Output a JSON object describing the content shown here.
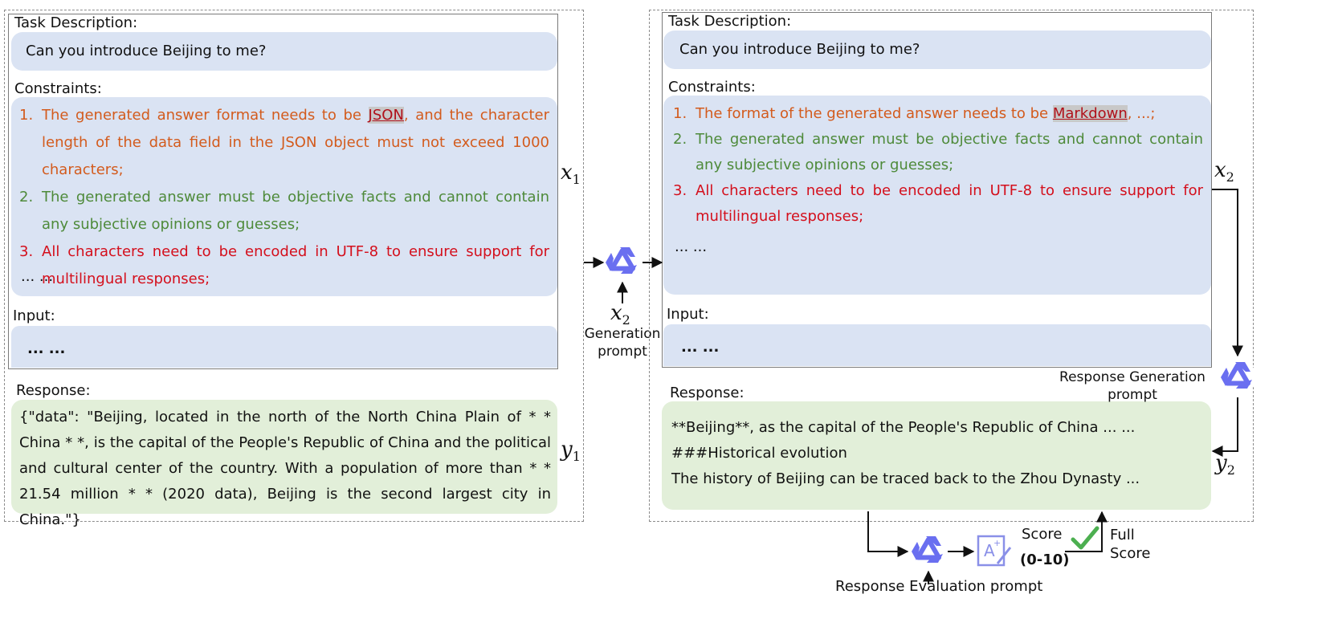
{
  "left": {
    "task_label": "Task Description:",
    "task_text": "Can you introduce Beijing to me?",
    "constraints_label": "Constraints:",
    "constraints": [
      {
        "num": "1.",
        "pre": "The generated answer format needs to be ",
        "hl": "JSON",
        "post": ", and the character length of the data field in the JSON object must not exceed 1000 characters;"
      },
      {
        "num": "2.",
        "text": "The generated answer must be objective facts and cannot contain any subjective opinions or guesses;"
      },
      {
        "num": "3.",
        "text": "All characters need to be encoded in UTF-8 to ensure support for multilingual responses;"
      }
    ],
    "ellipsis": "... ...",
    "input_label": "Input:",
    "input_text": "... ...",
    "response_label": "Response:",
    "response_text": "{\"data\": \"Beijing, located in the north of the North China Plain of * * China * *, is the capital of the People's Republic of China and the political and cultural center of the country. With a population of more than * * 21.54 million * * (2020 data), Beijing is the second largest city in China.\"}",
    "x_var": "x",
    "x_sub": "1",
    "y_var": "y",
    "y_sub": "1"
  },
  "middle": {
    "x_var": "x",
    "x_sub": "2",
    "caption_line1": "Generation",
    "caption_line2": "prompt"
  },
  "right": {
    "task_label": "Task Description:",
    "task_text": "Can you introduce Beijing to me?",
    "constraints_label": "Constraints:",
    "constraints": [
      {
        "num": "1.",
        "pre": "The format of the generated answer needs to be ",
        "hl": "Markdown",
        "post": ", ...;"
      },
      {
        "num": "2.",
        "text": "The generated answer must be objective facts and cannot contain any subjective opinions or guesses;"
      },
      {
        "num": "3.",
        "text": "All characters need to be encoded in UTF-8 to ensure support for multilingual responses;"
      }
    ],
    "ellipsis": "... ...",
    "input_label": "Input:",
    "input_text": "... ...",
    "response_label": "Response:",
    "response_lines": [
      "**Beijing**, as the capital of the People's Republic of China ... ...",
      "###Historical evolution",
      "The history of Beijing can be traced back to the Zhou Dynasty ..."
    ],
    "x_var": "x",
    "x_sub": "2",
    "y_var": "y",
    "y_sub": "2",
    "resp_gen_line1": "Response Generation",
    "resp_gen_line2": "prompt"
  },
  "bottom": {
    "score_label": "Score",
    "score_range": "(0-10)",
    "full_line1": "Full",
    "full_line2": "Score",
    "eval_caption": "Response Evaluation prompt"
  },
  "colors": {
    "blue_fill": "#dae3f3",
    "green_fill": "#e2efd9",
    "constraint1": "#d35b1d",
    "constraint2": "#4e8a3a",
    "constraint3": "#d40f1c",
    "model_icon": "#6a6ff0",
    "check": "#4caf50"
  },
  "icons": [
    "model-logo-icon",
    "score-document-icon",
    "checkmark-icon"
  ]
}
